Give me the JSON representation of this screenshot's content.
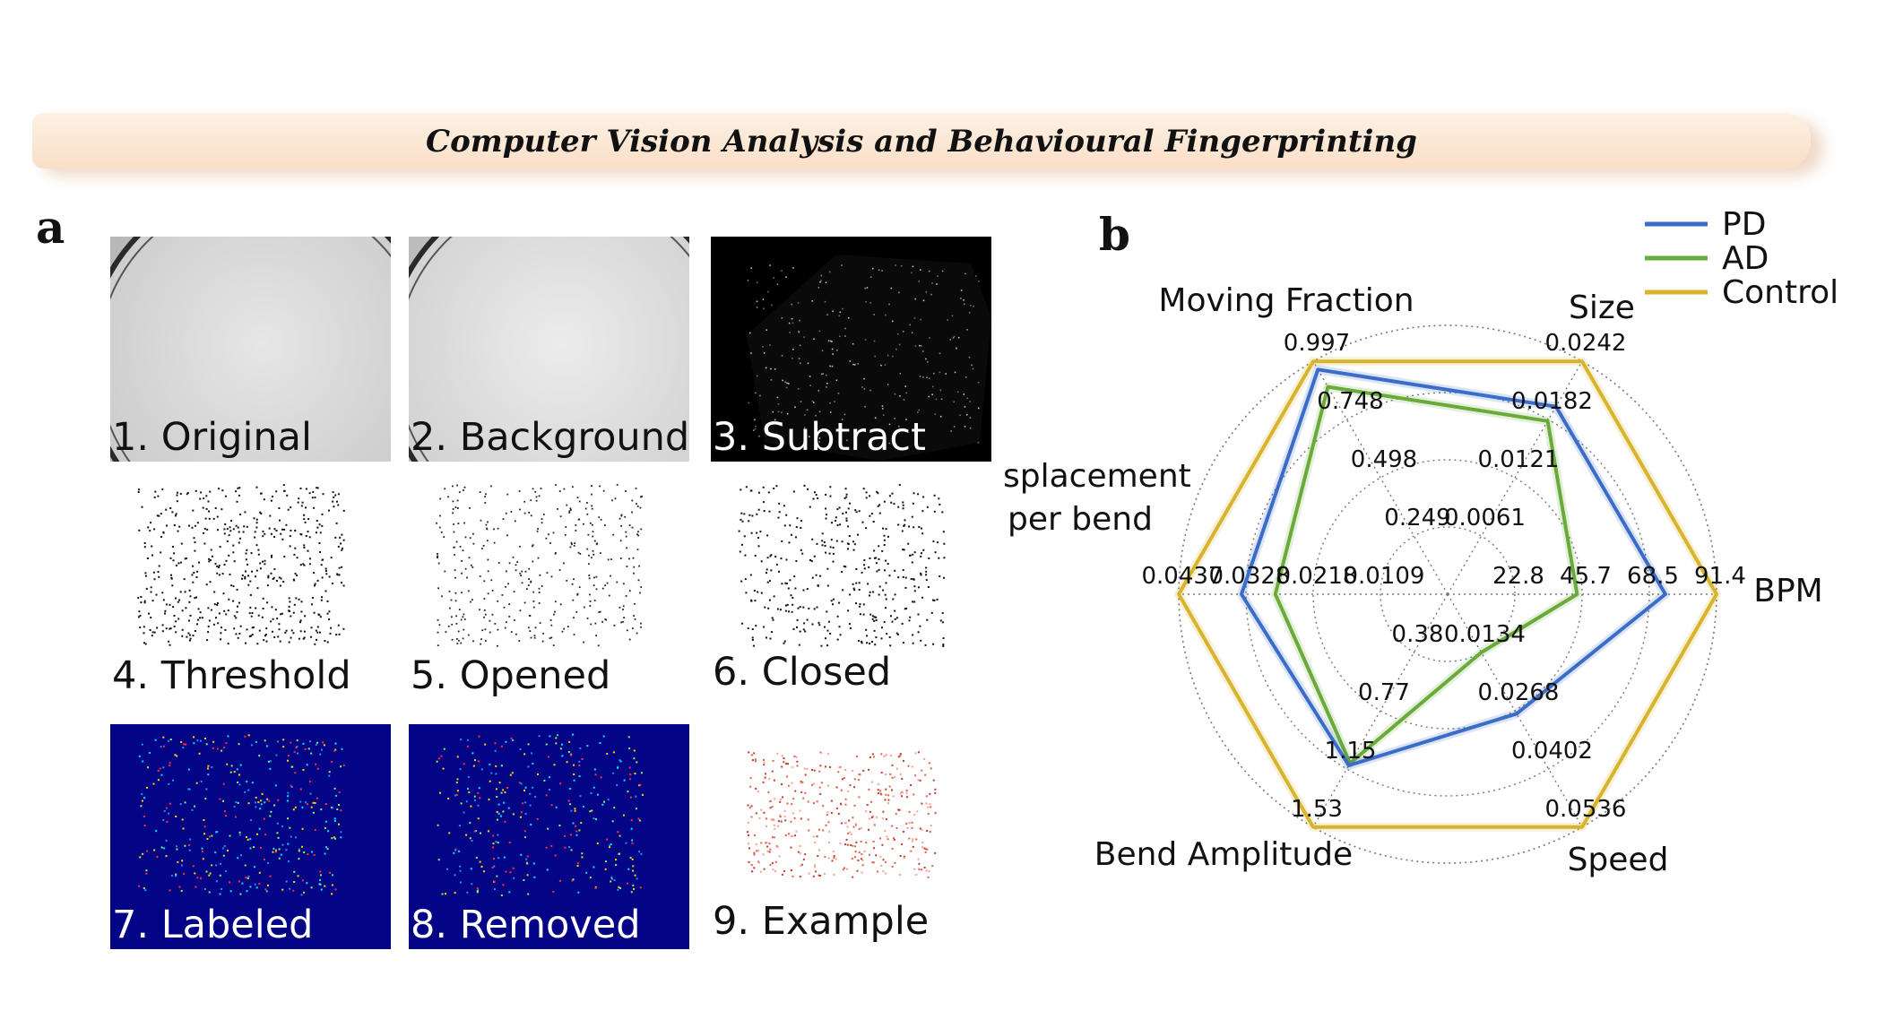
{
  "banner": {
    "title": "Computer Vision Analysis and Behavioural Fingerprinting"
  },
  "panel_a": {
    "letter": "a",
    "tiles": [
      {
        "label": "1. Original"
      },
      {
        "label": "2. Background"
      },
      {
        "label": "3. Subtract"
      },
      {
        "label": "4. Threshold"
      },
      {
        "label": "5. Opened"
      },
      {
        "label": "6. Closed"
      },
      {
        "label": "7. Labeled"
      },
      {
        "label": "8. Removed"
      },
      {
        "label": "9. Example"
      }
    ]
  },
  "panel_b": {
    "letter": "b"
  },
  "chart_data": {
    "type": "radar",
    "title": "",
    "axes": [
      {
        "name": "BPM",
        "max": 91.4,
        "ticks": [
          "22.8",
          "45.7",
          "68.5",
          "91.4"
        ]
      },
      {
        "name": "Size",
        "max": 0.0242,
        "ticks": [
          "0.0061",
          "0.0121",
          "0.0182",
          "0.0242"
        ]
      },
      {
        "name": "Moving Fraction",
        "max": 0.997,
        "ticks": [
          "0.249",
          "0.498",
          "0.748",
          "0.997"
        ]
      },
      {
        "name": "Displacement per bend",
        "max": 0.0437,
        "ticks": [
          "0.0109",
          "0.0218",
          "0.0328",
          "0.0437"
        ]
      },
      {
        "name": "Bend Amplitude",
        "max": 1.53,
        "ticks": [
          "0.38",
          "0.77",
          "1.15",
          "1.53"
        ]
      },
      {
        "name": "Speed",
        "max": 0.0536,
        "ticks": [
          "0.0134",
          "0.0268",
          "0.0402",
          "0.0536"
        ]
      }
    ],
    "series": [
      {
        "name": "PD",
        "color": "#3a6cc8",
        "values": [
          74.0,
          0.0195,
          0.962,
          0.0335,
          1.125,
          0.0275
        ]
      },
      {
        "name": "AD",
        "color": "#6aaa3a",
        "values": [
          44.0,
          0.018,
          0.888,
          0.028,
          1.11,
          0.0134
        ]
      },
      {
        "name": "Control",
        "color": "#d8b42c",
        "values": [
          91.4,
          0.0242,
          0.997,
          0.0437,
          1.53,
          0.0536
        ]
      }
    ],
    "legend": "top-right",
    "grid": true
  }
}
